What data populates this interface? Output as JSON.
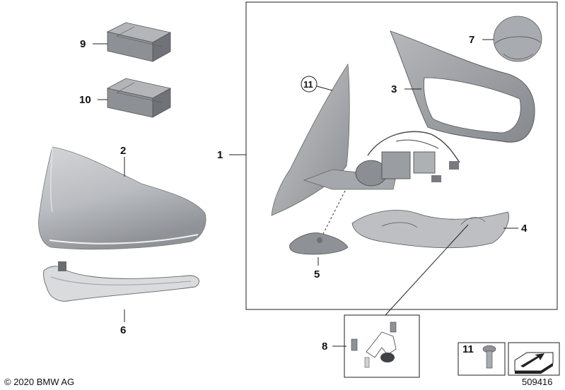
{
  "callouts": {
    "c1": "1",
    "c2": "2",
    "c3": "3",
    "c4": "4",
    "c5": "5",
    "c6": "6",
    "c7": "7",
    "c8": "8",
    "c9": "9",
    "c10": "10",
    "c11_circled": "11",
    "c11_inset": "11"
  },
  "footer": {
    "copyright": "© 2020 BMW AG",
    "diagram_number": "509416"
  }
}
